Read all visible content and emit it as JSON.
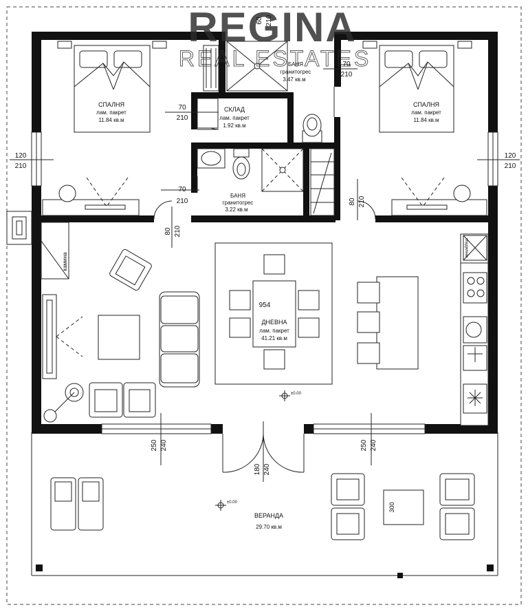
{
  "watermark": {
    "brand": "REGINA",
    "tagline": "REAL ESTATES"
  },
  "rooms": {
    "bedroom_left": {
      "name": "СПАЛНЯ",
      "floor": "лам. пакрет",
      "area": "11.84 кв.м"
    },
    "bedroom_right": {
      "name": "СПАЛНЯ",
      "floor": "лам. пакрет",
      "area": "11.84 кв.м"
    },
    "bath_top": {
      "name": "БАНЯ",
      "floor": "гранитогрес",
      "area": "3.47 кв.м"
    },
    "storage": {
      "name": "СКЛАД",
      "floor": "лам. пакрет",
      "area": "1.92 кв.м"
    },
    "bath_small": {
      "name": "БАНЯ",
      "floor": "гранитогрес",
      "area": "3.22 кв.м"
    },
    "living": {
      "name": "ДНЕВНА",
      "floor": "лам. пакрет",
      "area": "41.21 кв.м",
      "table_size": "954"
    },
    "veranda": {
      "name": "ВЕРАНДА",
      "area": "29.70 кв.м",
      "table_size": "300"
    }
  },
  "fixtures": {
    "fireplace": "камина",
    "fridge": "хладилник"
  },
  "levels": {
    "living": "±0.00",
    "veranda": "±0.00"
  },
  "openings": {
    "top_window": [
      "60",
      "210"
    ],
    "left_window": [
      "120",
      "210"
    ],
    "right_window": [
      "120",
      "210"
    ],
    "storage_door": [
      "70",
      "210"
    ],
    "bath_top_door": [
      "70",
      "210"
    ],
    "bath_small_door": [
      "70",
      "210"
    ],
    "bedroom_left_door": [
      "80",
      "210"
    ],
    "bedroom_right_door": [
      "80",
      "210"
    ],
    "front_left_window": [
      "250",
      "240"
    ],
    "front_right_window": [
      "250",
      "240"
    ],
    "entry_door": [
      "180",
      "240"
    ]
  }
}
